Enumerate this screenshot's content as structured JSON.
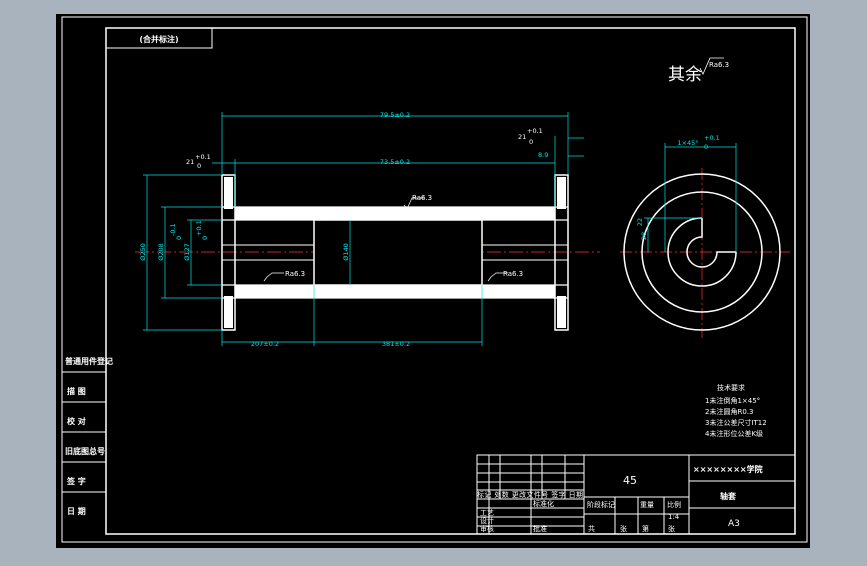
{
  "colors": {
    "window_bg": "#a9b3be",
    "sheet_bg": "#000000",
    "outline": "#ffffff",
    "dimension": "#00e5e5",
    "centerline": "#ff3030",
    "hatch": "#ffffff"
  },
  "sheet": {
    "corner_tag": "(合并标注)",
    "surface_note": "其余",
    "surface_roughness": "Ra6.3"
  },
  "front_view": {
    "dims": {
      "total_length": "79.5±0.2",
      "inner_length": "73.5±0.2",
      "flange_left": "21",
      "flange_left_tol_upper": "+0.1",
      "flange_left_tol_lower": "0",
      "flange_right": "21",
      "flange_right_tol_upper": "+0.1",
      "flange_right_tol_lower": "0",
      "right_offset": "8.9",
      "dia_flange": "Ø250",
      "dia_outer": "Ø208",
      "dia_outer_tol_upper": "-0.1",
      "dia_outer_tol_lower": "0",
      "dia_bore": "Ø127",
      "dia_bore_tol_upper": "+0.1",
      "dia_bore_tol_lower": "0",
      "dia_center": "Ø140",
      "left_segment": "207±0.2",
      "center_segment": "381±0.2",
      "rough_top": "Ra6.3",
      "rough_bottom_left": "Ra6.3",
      "rough_bottom_right": "Ra6.3"
    }
  },
  "side_view": {
    "chamfer": "1×45°",
    "chamfer_tol_upper": "+0.1",
    "chamfer_tol_lower": "0",
    "keyway_width": "22",
    "keyway_depth": "28"
  },
  "tech_requirements": {
    "title": "技术要求",
    "items": [
      "1未注倒角1×45°",
      "2未注圆角R0.3",
      "3未注公差尺寸IT12",
      "4未注形位公差K级"
    ]
  },
  "left_stamps": [
    "普通用件登记",
    "描  图",
    "校  对",
    "旧底图总号",
    "签  字",
    "日  期"
  ],
  "title_block": {
    "material": "45",
    "school": "××××××××学院",
    "part_name": "轴套",
    "sheet_size": "A3",
    "header_row": "标记 处数 更改文件号 签字 日期",
    "stage_labels": [
      "阶段标记",
      "重量",
      "比例"
    ],
    "scale_value": "1:4",
    "row_labels": [
      "设计",
      "审核",
      "工艺"
    ],
    "mid_labels": [
      "标准化",
      "批准"
    ],
    "bottom_labels": [
      "共",
      "张",
      "第",
      "张"
    ]
  }
}
